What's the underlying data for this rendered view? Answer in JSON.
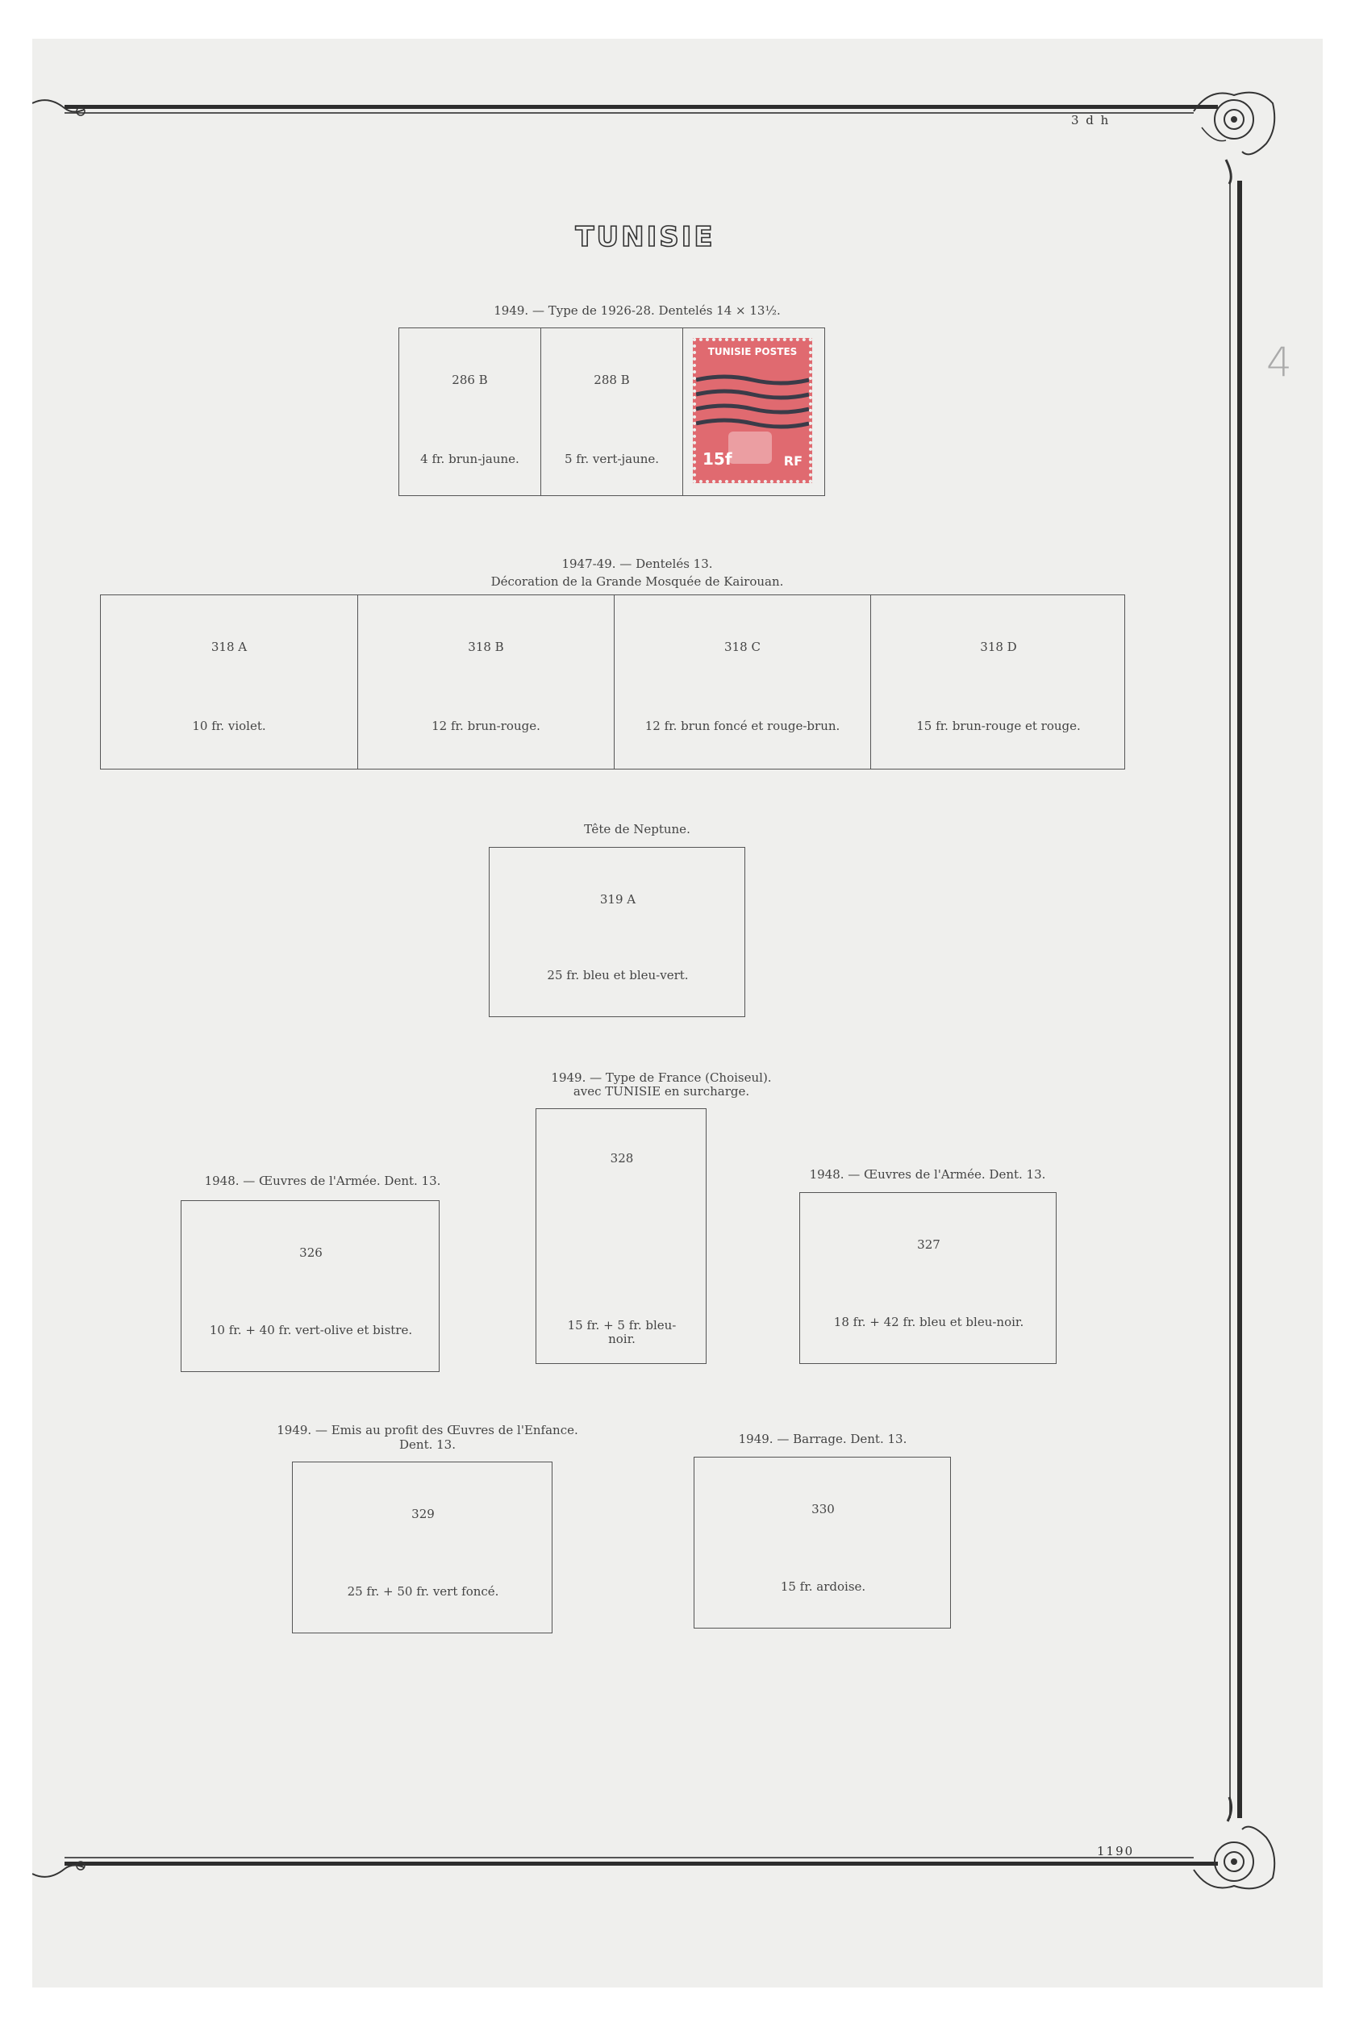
{
  "page": {
    "corner_top": "3 d h",
    "corner_bottom": "1190",
    "pencil_mark": "4",
    "title": "TUNISIE"
  },
  "groups": [
    {
      "caption": [
        "1949. — Type de 1926-28. Dentelés 14 × 13½."
      ],
      "cells": [
        {
          "number": "286 B",
          "desc": "4 fr. brun-jaune."
        },
        {
          "number": "288 B",
          "desc": "5 fr. vert-jaune."
        },
        {
          "number": "",
          "desc": "",
          "stamp": {
            "country": "TUNISIE POSTES",
            "value": "15f",
            "side": "RF",
            "color": "#e06a70"
          }
        }
      ]
    },
    {
      "caption": [
        "1947-49. — Dentelés 13.",
        "Décoration de la Grande Mosquée de Kairouan."
      ],
      "cells": [
        {
          "number": "318 A",
          "desc": "10 fr. violet."
        },
        {
          "number": "318 B",
          "desc": "12 fr. brun-rouge."
        },
        {
          "number": "318 C",
          "desc": "12 fr. brun foncé et rouge-brun."
        },
        {
          "number": "318 D",
          "desc": "15 fr. brun-rouge et rouge."
        }
      ]
    },
    {
      "caption": [
        "Tête de Neptune."
      ],
      "cells": [
        {
          "number": "319 A",
          "desc": "25 fr. bleu et bleu-vert."
        }
      ]
    },
    {
      "caption": [
        "1949. — Type de France (Choiseul).",
        "avec TUNISIE en surcharge."
      ],
      "cells": [
        {
          "number": "328",
          "desc": "15 fr. + 5 fr. bleu-\nnoir."
        }
      ]
    },
    {
      "caption": [
        "1948. — Œuvres de l'Armée. Dent. 13."
      ],
      "cells": [
        {
          "number": "326",
          "desc": "10 fr. + 40 fr. vert-olive et bistre."
        }
      ]
    },
    {
      "caption": [
        "1948. — Œuvres de l'Armée. Dent. 13."
      ],
      "cells": [
        {
          "number": "327",
          "desc": "18 fr. + 42 fr. bleu et bleu-noir."
        }
      ]
    },
    {
      "caption": [
        "1949. — Emis au profit des Œuvres de l'Enfance.",
        "Dent. 13."
      ],
      "cells": [
        {
          "number": "329",
          "desc": "25 fr. + 50 fr. vert foncé."
        }
      ]
    },
    {
      "caption": [
        "1949. — Barrage. Dent. 13."
      ],
      "cells": [
        {
          "number": "330",
          "desc": "15 fr. ardoise."
        }
      ]
    }
  ]
}
